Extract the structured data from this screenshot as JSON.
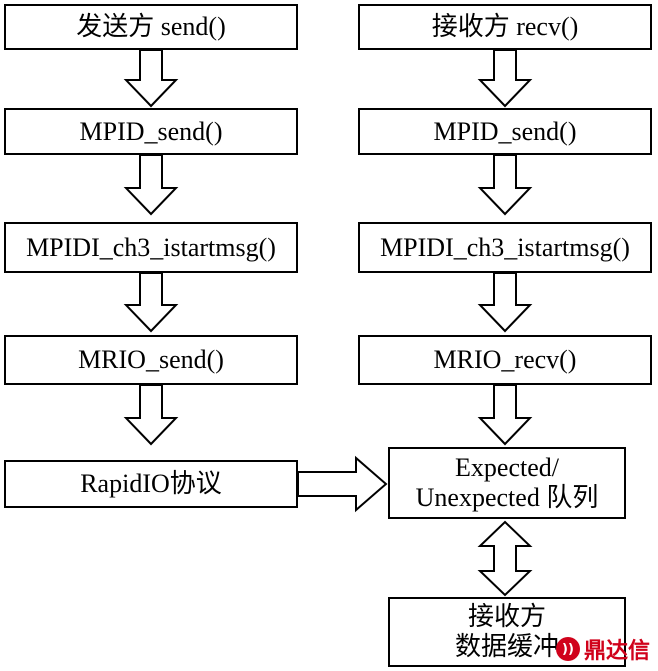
{
  "sender": {
    "title": "发送方  send()",
    "steps": [
      "MPID_send()",
      "MPIDI_ch3_istartmsg()",
      "MRIO_send()",
      "RapidIO协议"
    ]
  },
  "receiver": {
    "title": "接收方  recv()",
    "steps": [
      "MPID_send()",
      "MPIDI_ch3_istartmsg()",
      "MRIO_recv()"
    ],
    "queue": {
      "line1": "Expected/",
      "line2": "Unexpected 队列"
    },
    "buffer": {
      "line1": "接收方",
      "line2": "数据缓冲"
    }
  },
  "watermark": {
    "text": "鼎达信"
  }
}
